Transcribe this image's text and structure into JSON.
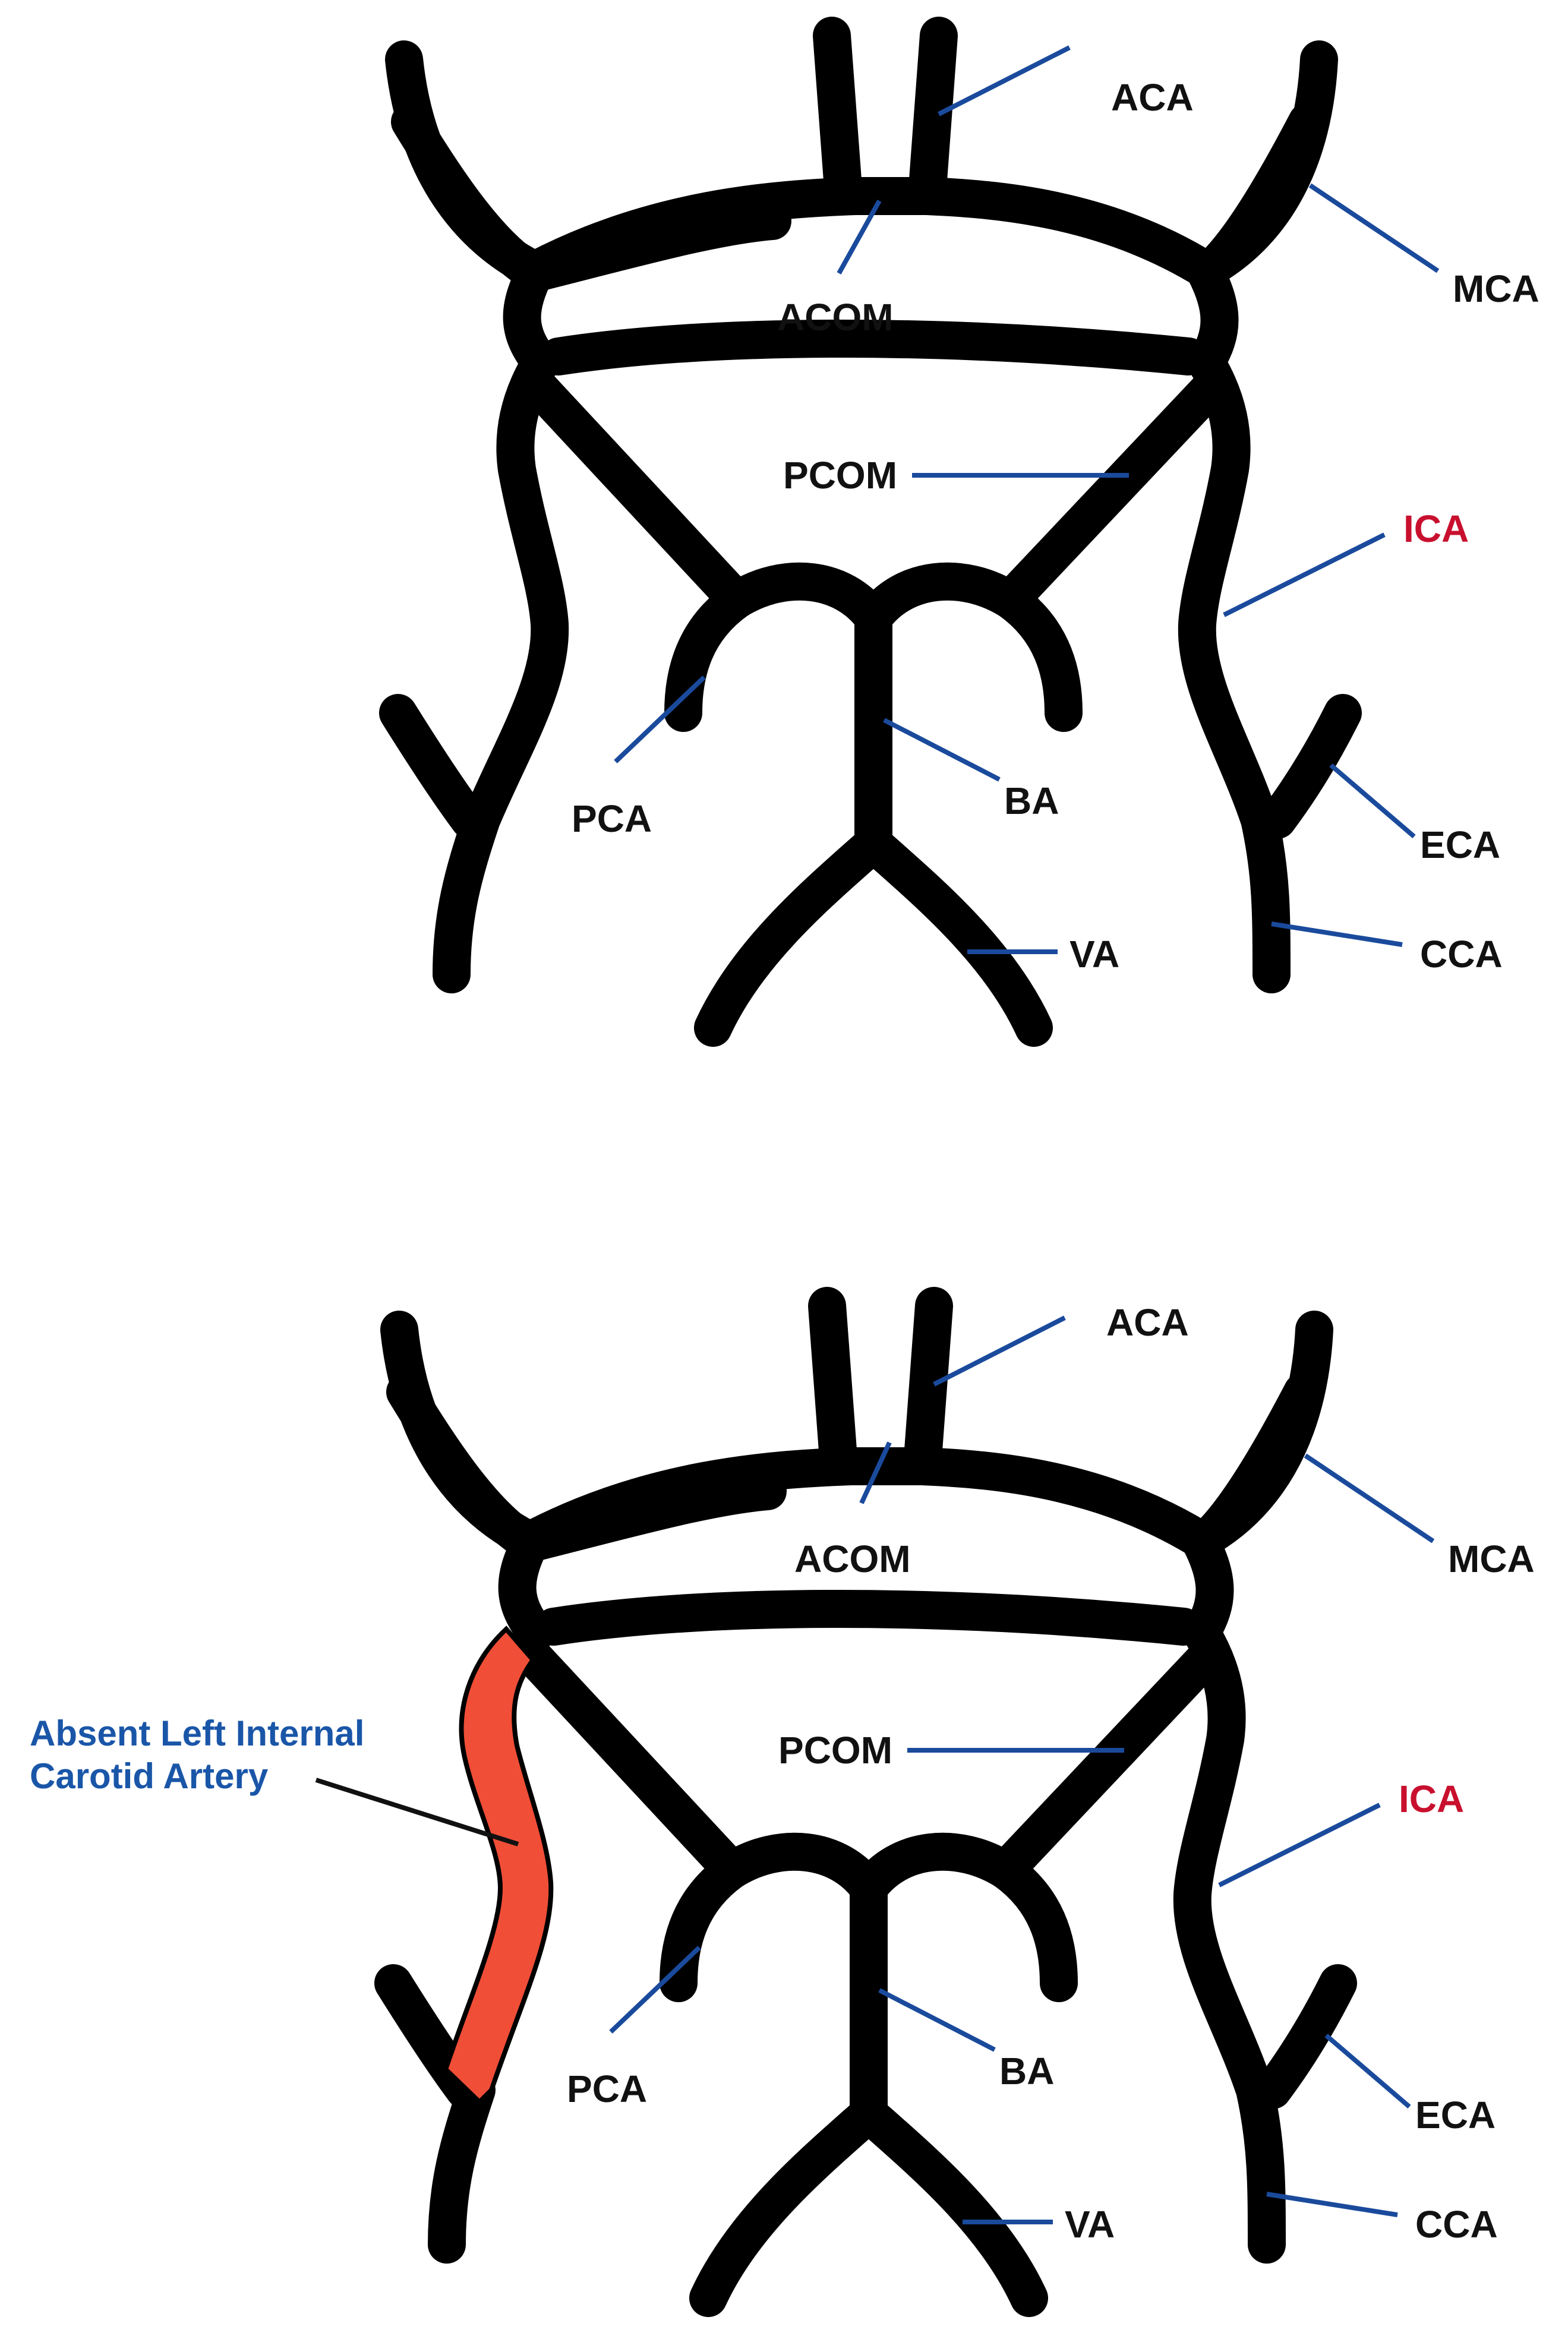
{
  "colors": {
    "vessel_outline": "#000000",
    "vessel_fill": "#ffffff",
    "label_text": "#111111",
    "leader_line": "#1a4a9c",
    "highlight_label": "#c8102e",
    "absent_segment_fill": "#f04e37",
    "annotation_text": "#1a56a8",
    "annotation_leader": "#111111"
  },
  "panels": [
    {
      "id": "normal",
      "labels": {
        "aca": "ACA",
        "acom": "ACOM",
        "mca": "MCA",
        "pcom": "PCOM",
        "ica": "ICA",
        "pca": "PCA",
        "ba": "BA",
        "eca": "ECA",
        "va": "VA",
        "cca": "CCA"
      }
    },
    {
      "id": "absent-left-ica",
      "labels": {
        "aca": "ACA",
        "acom": "ACOM",
        "mca": "MCA",
        "pcom": "PCOM",
        "ica": "ICA",
        "pca": "PCA",
        "ba": "BA",
        "eca": "ECA",
        "va": "VA",
        "cca": "CCA"
      },
      "annotation": {
        "line1": "Absent Left Internal",
        "line2": "Carotid Artery"
      }
    }
  ]
}
